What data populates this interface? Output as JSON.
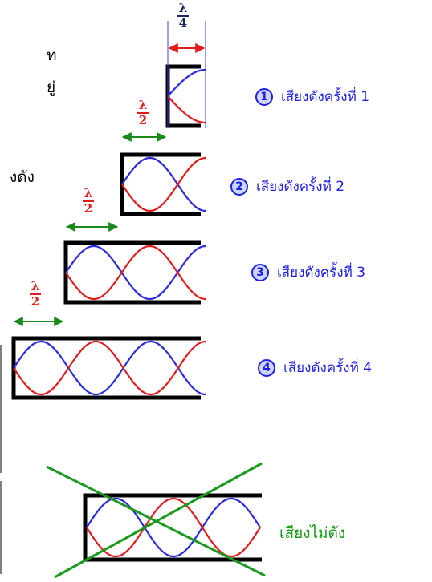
{
  "page_edge_text": [
    "ท",
    "ยู่",
    "งดัง"
  ],
  "fractions": {
    "quarter": {
      "top": "λ",
      "bottom": "4"
    },
    "half": {
      "top": "λ",
      "bottom": "2"
    }
  },
  "resonances": [
    {
      "index": "1",
      "label": "เสียงดังครั้งที่ 1"
    },
    {
      "index": "2",
      "label": "เสียงดังครั้งที่ 2"
    },
    {
      "index": "3",
      "label": "เสียงดังครั้งที่ 3"
    },
    {
      "index": "4",
      "label": "เสียงดังครั้งที่ 4"
    }
  ],
  "not_ringing_label": "เสียงไม่ดัง",
  "colors": {
    "wave_a": "#e41b1b",
    "wave_b": "#2a2ae0",
    "tube": "#000000",
    "arrow_red": "#e41b1b",
    "arrow_green": "#1a8a1a",
    "cross": "#1a9a1a",
    "label": "#1e1ee6"
  }
}
